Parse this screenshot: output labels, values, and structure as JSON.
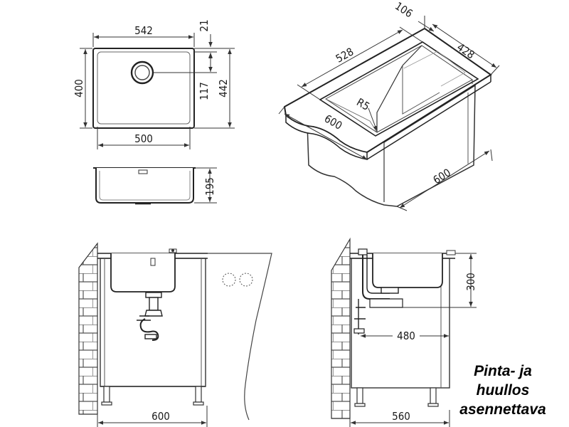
{
  "top_view": {
    "outer_width": "542",
    "rim_offset": "21",
    "inner_width": "500",
    "inner_depth": "400",
    "drain_offset": "117",
    "outer_depth": "442"
  },
  "side_view": {
    "bowl_depth": "195"
  },
  "iso_view": {
    "width": "528",
    "rim": "106",
    "depth": "428",
    "corner_radius": "R5",
    "cabinet_front": "600",
    "cabinet_side": "600"
  },
  "front_install": {
    "cabinet_width": "600"
  },
  "side_install": {
    "height": "300",
    "drain_depth": "480",
    "cabinet_depth": "560"
  },
  "note": {
    "line1": "Pinta- ja",
    "line2": "huullos",
    "line3": "asennettava"
  }
}
